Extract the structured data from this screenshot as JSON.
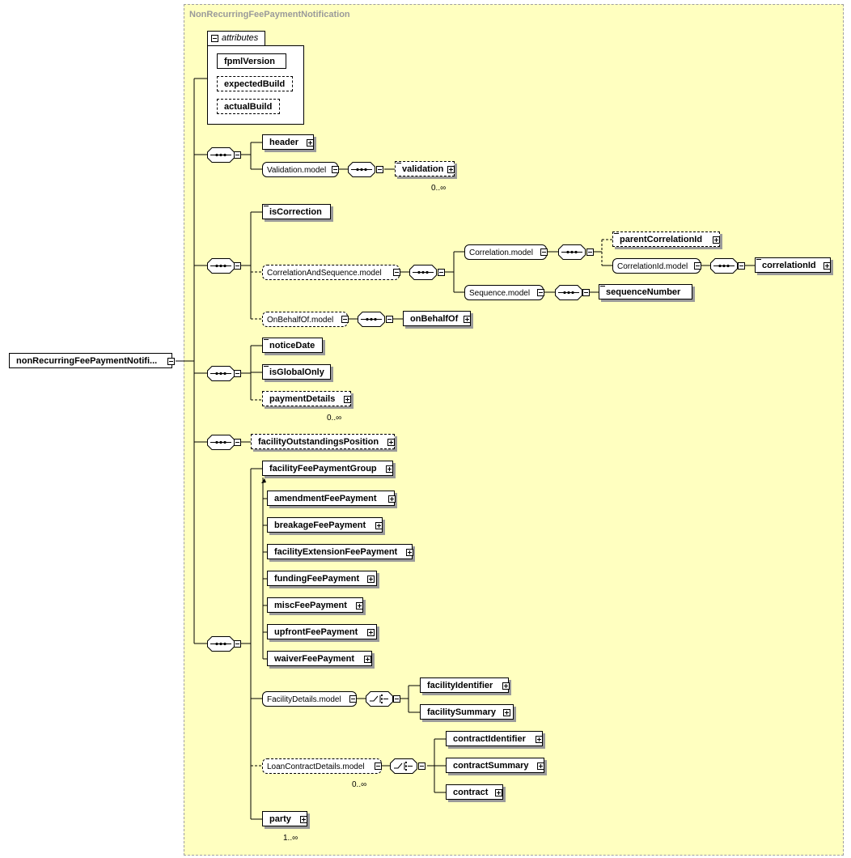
{
  "type_name": "NonRecurringFeePaymentNotification",
  "root_element": "nonRecurringFeePaymentNotifi...",
  "attributes": {
    "label": "attributes",
    "items": [
      "fpmlVersion",
      "expectedBuild",
      "actualBuild"
    ]
  },
  "seq1": {
    "header": "header",
    "validation_model": "Validation.model",
    "validation": "validation",
    "validation_card": "0..∞"
  },
  "seq2": {
    "isCorrection": "isCorrection",
    "corr_seq_model": "CorrelationAndSequence.model",
    "correlation_model": "Correlation.model",
    "parentCorrelationId": "parentCorrelationId",
    "correlationId_model": "CorrelationId.model",
    "correlationId": "correlationId",
    "sequence_model": "Sequence.model",
    "sequenceNumber": "sequenceNumber",
    "onBehalfOf_model": "OnBehalfOf.model",
    "onBehalfOf": "onBehalfOf"
  },
  "seq3": {
    "noticeDate": "noticeDate",
    "isGlobalOnly": "isGlobalOnly",
    "paymentDetails": "paymentDetails",
    "paymentDetails_card": "0..∞"
  },
  "seq4": {
    "facilityOutstandingsPosition": "facilityOutstandingsPosition"
  },
  "seq5": {
    "facilityFeePaymentGroup": "facilityFeePaymentGroup",
    "group_members": [
      "amendmentFeePayment",
      "breakageFeePayment",
      "facilityExtensionFeePayment",
      "fundingFeePayment",
      "miscFeePayment",
      "upfrontFeePayment",
      "waiverFeePayment"
    ],
    "facilityDetails_model": "FacilityDetails.model",
    "facilityIdentifier": "facilityIdentifier",
    "facilitySummary": "facilitySummary",
    "loanContractDetails_model": "LoanContractDetails.model",
    "loanContractDetails_card": "0..∞",
    "contractIdentifier": "contractIdentifier",
    "contractSummary": "contractSummary",
    "contract": "contract",
    "party": "party",
    "party_card": "1..∞"
  }
}
